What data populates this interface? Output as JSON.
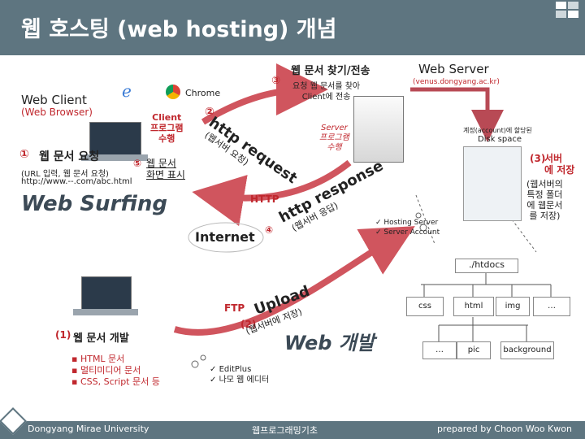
{
  "title": "웹 호스팅 (web hosting) 개념",
  "client": {
    "web_client": "Web Client",
    "web_browser": "(Web Browser)",
    "chrome": "Chrome",
    "client_program": [
      "Client",
      "프로그램",
      "수행"
    ],
    "step1_num": "①",
    "step1_label": "웹 문서 요청",
    "step1_detail": "(URL 입력, 웹 문서 요청)",
    "step1_url": "http://www.--.com/abc.html",
    "step5_num": "⑤",
    "step5_label": [
      "웹 문서",
      "화면 표시"
    ],
    "web_surfing": "Web Surfing"
  },
  "network": {
    "internet": "Internet",
    "http": "HTTP",
    "request_num": "②",
    "request_text": "http request",
    "request_sub": "(웹서버 요청)",
    "response_num": "④",
    "response_text": "http response",
    "response_sub": "(웹서버 응답)"
  },
  "server": {
    "web_server": "Web Server",
    "host": "(venus.dongyang.ac.kr)",
    "step3_num": "③",
    "step3_label": "웹 문서 찾기/전송",
    "step3_detail": [
      "요청 웹 문서를 찾아",
      "Client에 전송"
    ],
    "server_program": [
      "Server",
      "프로그램",
      "수행"
    ],
    "account_note": "계정(account)에 할당된",
    "disk_space": "Disk space",
    "store_num": "(3)",
    "store_label": [
      "서버",
      "에 저장"
    ],
    "store_detail": [
      "(웹서버의",
      "특정 폴더",
      "에 웹문서",
      "를 저장)"
    ],
    "hosting_items": [
      "Hosting Server",
      "Server Account"
    ]
  },
  "tree": {
    "root": "./htdocs",
    "children": [
      "css",
      "html",
      "img",
      "…"
    ],
    "grand": [
      "…",
      "pic",
      "background"
    ]
  },
  "dev": {
    "ftp": "FTP",
    "upload_num": "(2)",
    "upload_text": "Upload",
    "upload_sub": "(웹서버에 저장)",
    "step1_num": "(1)",
    "step1_label": "웹 문서 개발",
    "bullets": [
      "HTML 문서",
      "멀티미디어 문서",
      "CSS, Script 문서 등"
    ],
    "web_dev": "Web 개발",
    "tools": [
      "EditPlus",
      "나모 웹 에디터"
    ]
  },
  "footer": {
    "left": "Dongyang Mirae University",
    "center": "웹프로그래밍기초",
    "right": "prepared by Choon Woo Kwon"
  },
  "colors": {
    "bar": "#5e7580",
    "accent": "#c0272d",
    "arrow": "#d0555e"
  }
}
